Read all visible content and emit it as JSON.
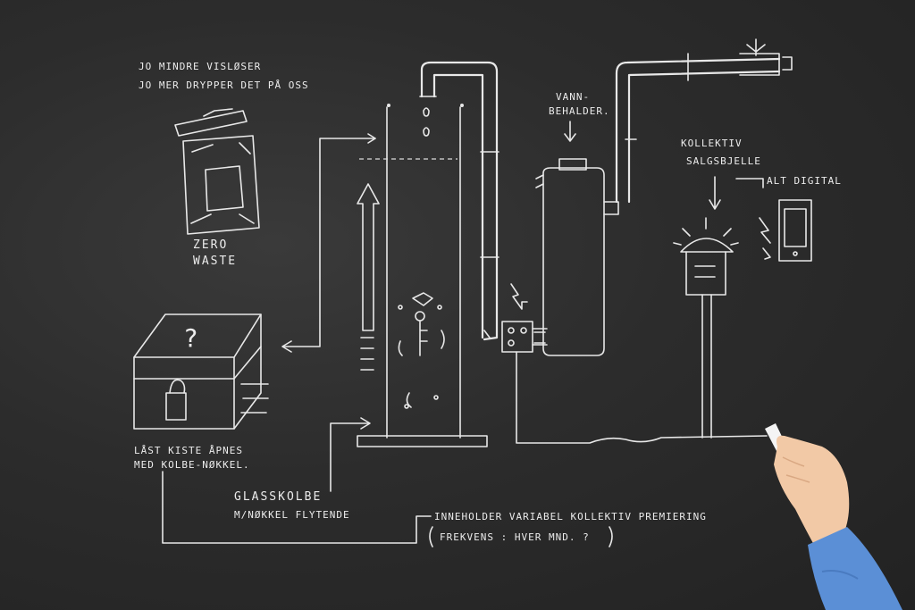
{
  "notes": {
    "top_left_line1": "JO MINDRE VISLØSER",
    "top_left_line2": "JO MER DRYPPER DET PÅ OSS",
    "zero": "ZERO",
    "waste": "WASTE",
    "chest_line1": "LÅST KISTE ÅPNES",
    "chest_line2": "MED KOLBE-NØKKEL.",
    "flask_line1": "GLASSKOLBE",
    "flask_line2": "M/NØKKEL FLYTENDE",
    "prize_line1": "INNEHOLDER VARIABEL KOLLEKTIV PREMIERING",
    "prize_line2": "FREKVENS : HVER MND. ?",
    "tank_line1": "VANN-",
    "tank_line2": "BEHALDER.",
    "lamp_line1": "KOLLEKTIV",
    "lamp_line2": "SALGSBJELLE",
    "digital": "ALT DIGITAL",
    "question_mark": "?"
  },
  "colors": {
    "board": "#2c2c2c",
    "chalk": "#ececec",
    "sleeve": "#5b8fd6",
    "skin": "#f2c9a6"
  }
}
